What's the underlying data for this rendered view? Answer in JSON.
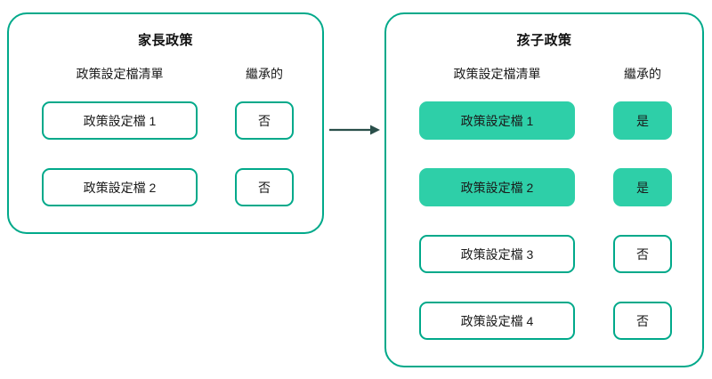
{
  "diagram": {
    "arrow": {
      "name": "inheritance-arrow",
      "color": "#2a4f4a",
      "direction": "left-to-right"
    },
    "colors": {
      "outline": "#00a98a",
      "fill": "#2ecfa8",
      "text": "#1a1a1a",
      "arrow": "#2a4f4a",
      "background": "#ffffff"
    }
  },
  "parent_panel": {
    "title": "家長政策",
    "headers": {
      "profile": "政策設定檔清單",
      "inherited": "繼承的"
    },
    "rows": [
      {
        "profile": "政策設定檔 1",
        "inherited": "否",
        "highlighted": false
      },
      {
        "profile": "政策設定檔 2",
        "inherited": "否",
        "highlighted": false
      }
    ]
  },
  "child_panel": {
    "title": "孩子政策",
    "headers": {
      "profile": "政策設定檔清單",
      "inherited": "繼承的"
    },
    "rows": [
      {
        "profile": "政策設定檔 1",
        "inherited": "是",
        "highlighted": true
      },
      {
        "profile": "政策設定檔 2",
        "inherited": "是",
        "highlighted": true
      },
      {
        "profile": "政策設定檔 3",
        "inherited": "否",
        "highlighted": false
      },
      {
        "profile": "政策設定檔 4",
        "inherited": "否",
        "highlighted": false
      }
    ]
  }
}
